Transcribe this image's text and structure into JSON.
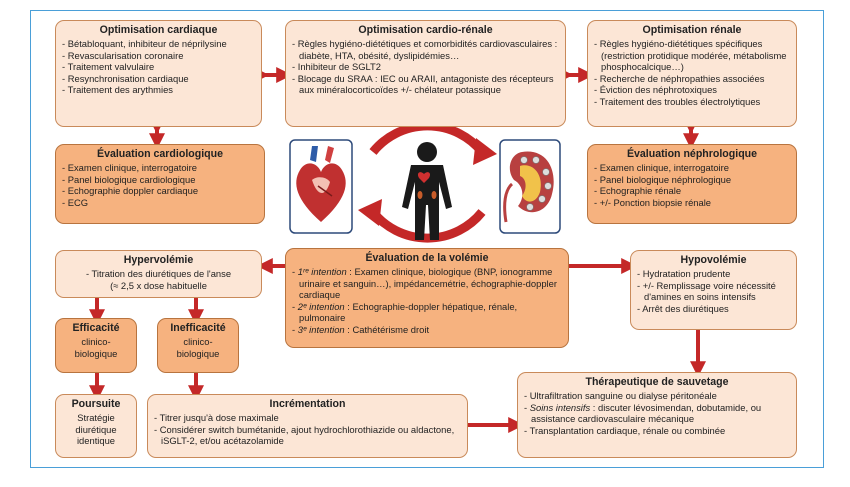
{
  "opt_cardiaque": {
    "title": "Optimisation cardiaque",
    "items": [
      "Bétabloquant, inhibiteur de néprilysine",
      "Revascularisation coronaire",
      "Traitement valvulaire",
      "Resynchronisation cardiaque",
      "Traitement des arythmies"
    ]
  },
  "opt_cardio_renale": {
    "title": "Optimisation cardio-rénale",
    "items": [
      "Règles hygiéno-diététiques et comorbidités cardiovasculaires : diabète, HTA, obésité, dyslipidémies…",
      "Inhibiteur de SGLT2",
      "Blocage du SRAA : IEC ou ARAII, antagoniste des récepteurs aux minéralocorticoïdes +/- chélateur potassique"
    ]
  },
  "opt_renale": {
    "title": "Optimisation rénale",
    "items": [
      "Règles hygiéno-diététiques spécifiques (restriction protidique modérée, métabolisme phosphocalcique…)",
      "Recherche de néphropathies associées",
      "Éviction des néphrotoxiques",
      "Traitement des troubles électrolytiques"
    ]
  },
  "eval_cardio": {
    "title": "Évaluation cardiologique",
    "items": [
      "Examen clinique, interrogatoire",
      "Panel biologique cardiologique",
      "Echographie doppler cardiaque",
      "ECG"
    ]
  },
  "eval_nephro": {
    "title": "Évaluation néphrologique",
    "items": [
      "Examen clinique, interrogatoire",
      "Panel biologique néphrologique",
      "Echographie rénale",
      "+/- Ponction biopsie rénale"
    ]
  },
  "hypervolemie": {
    "title": "Hypervolémie",
    "item1": "Titration des diurétiques de l'anse",
    "item1b": "(≈ 2,5 x dose habituelle"
  },
  "eval_volemie": {
    "title": "Évaluation de la volémie",
    "l1_label": "1ʳᵉ intention",
    "l1_text": " : Examen clinique, biologique (BNP, ionogramme urinaire et sanguin…), impédancemétrie, échographie-doppler cardiaque",
    "l2_label": "2ᵉ intention",
    "l2_text": " : Echographie-doppler hépatique, rénale, pulmonaire",
    "l3_label": "3ᵉ intention",
    "l3_text": " : Cathétérisme droit"
  },
  "hypovolemie": {
    "title": "Hypovolémie",
    "items": [
      "Hydratation prudente",
      "+/- Remplissage voire nécessité d'amines en soins intensifs",
      "Arrêt des diurétiques"
    ]
  },
  "efficacite": {
    "title": "Efficacité",
    "sub": "clinico-biologique"
  },
  "inefficacite": {
    "title": "Inefficacité",
    "sub": "clinico-biologique"
  },
  "poursuite": {
    "title": "Poursuite",
    "sub": "Stratégie diurétique identique"
  },
  "incrementation": {
    "title": "Incrémentation",
    "items": [
      "Titrer jusqu'à dose maximale",
      "Considérer switch bumétanide, ajout hydrochlorothiazide ou aldactone, iSGLT-2, et/ou acétazolamide"
    ]
  },
  "sauvetage": {
    "title": "Thérapeutique de sauvetage",
    "item1": "Ultrafiltration sanguine ou dialyse péritonéale",
    "item2_label": "Soins intensifs",
    "item2_text": " : discuter lévosimendan, dobutamide, ou assistance cardiovasculaire mécanique",
    "item3": "Transplantation cardiaque, rénale ou combinée"
  },
  "colors": {
    "light_box": "#fce6d6",
    "dark_box": "#f6b27f",
    "arrow": "#c42828",
    "frame": "#4a9fd8"
  },
  "icons": [
    "heart-icon",
    "human-body-icon",
    "kidney-icon",
    "cycle-arrows-icon"
  ]
}
